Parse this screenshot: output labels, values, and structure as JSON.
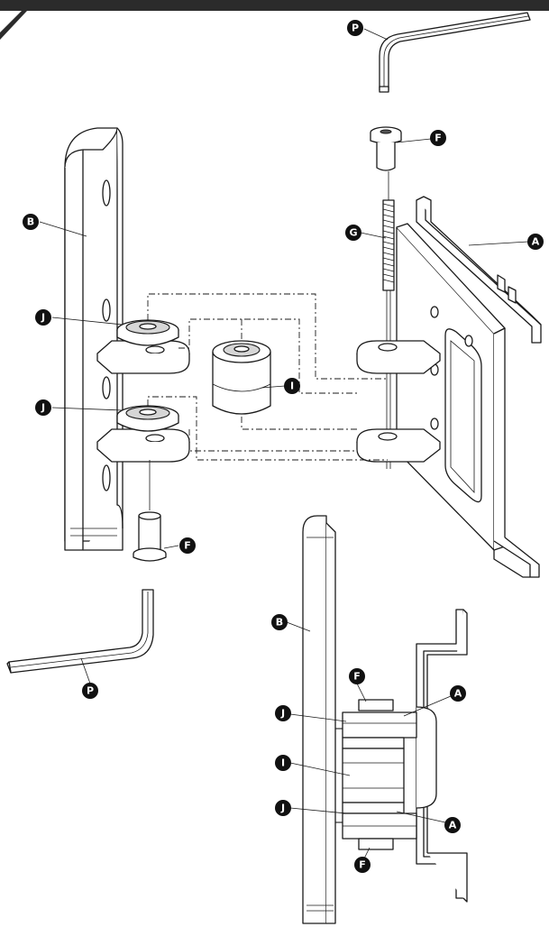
{
  "labels": {
    "p_top": "P",
    "f_top": "F",
    "b_left": "B",
    "g": "G",
    "a_top": "A",
    "j_upper": "J",
    "i_mid": "I",
    "j_lower": "J",
    "f_lower": "F",
    "p_left": "P",
    "b_assembled": "B",
    "f_assembled_top": "F",
    "a_assembled_top": "A",
    "j_assembled_top": "J",
    "i_assembled": "I",
    "j_assembled_bottom": "J",
    "a_assembled_bottom": "A",
    "f_assembled_bottom": "F"
  },
  "colors": {
    "line": "#1a1a1a",
    "badge": "#111111",
    "badge_text": "#ffffff",
    "shade": "#d6d6d6"
  }
}
